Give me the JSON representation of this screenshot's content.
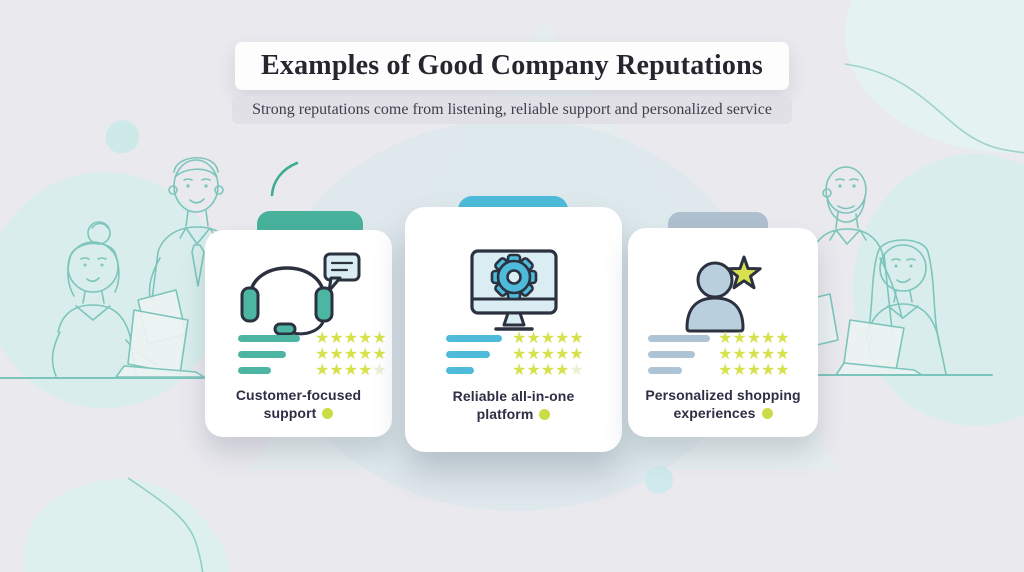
{
  "header": {
    "title": "Examples of Good Company Reputations",
    "subtitle": "Strong reputations come from listening, reliable support and personalized service"
  },
  "star_glyph": "★",
  "cards": [
    {
      "label": "Customer-focused support",
      "icon": "headset-chat-icon",
      "accent_color": "#47b19b",
      "bar_color": "#4db6a2",
      "bar_widths": [
        62,
        48,
        33
      ],
      "star_rows": [
        {
          "filled": 5,
          "faded": 0
        },
        {
          "filled": 5,
          "faded": 0
        },
        {
          "filled": 4,
          "faded": 1
        }
      ]
    },
    {
      "label": "Reliable all-in-one platform",
      "icon": "monitor-gear-icon",
      "accent_color": "#4dbbd9",
      "bar_color": "#4dbbd9",
      "bar_widths": [
        56,
        44,
        28
      ],
      "star_rows": [
        {
          "filled": 5,
          "faded": 0
        },
        {
          "filled": 5,
          "faded": 0
        },
        {
          "filled": 4,
          "faded": 1
        }
      ]
    },
    {
      "label": "Personalized shopping experiences",
      "icon": "person-star-icon",
      "accent_color": "#aebfce",
      "bar_color": "#aec3d4",
      "bar_widths": [
        62,
        47,
        34
      ],
      "star_rows": [
        {
          "filled": 5,
          "faded": 0
        },
        {
          "filled": 5,
          "faded": 0
        },
        {
          "filled": 5,
          "faded": 0
        }
      ]
    }
  ],
  "colors": {
    "background": "#e9e9ee",
    "card_background": "#ffffff",
    "title_text": "#26262e",
    "subtitle_text": "#3f3f4c",
    "label_text": "#2e2e45",
    "star_filled": "#d6e14d",
    "star_faded": "#eef0d5",
    "dot": "#cbdd46",
    "lineart": "#7cc5bc",
    "icon_outline": "#2c3140",
    "teal": "#4db6a2",
    "cyan": "#4dbbd9",
    "blue_gray": "#aec3d4",
    "screen_fill": "#d9edf2"
  }
}
